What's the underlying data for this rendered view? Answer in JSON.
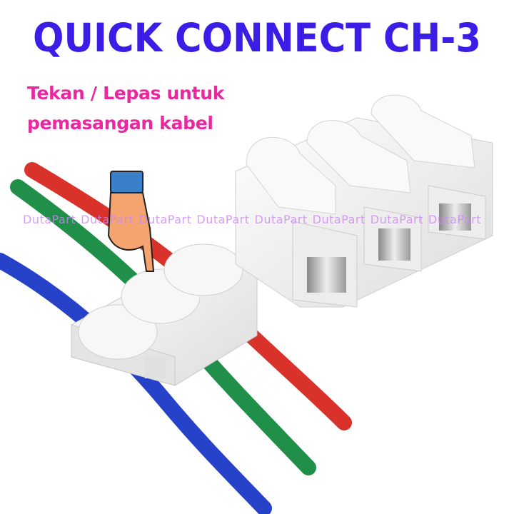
{
  "title": "QUICK CONNECT CH-3",
  "subtitle_line1": "Tekan / Lepas untuk",
  "subtitle_line2": "pemasangan kabel",
  "watermark": "DutaPart",
  "colors": {
    "title": "#3a1de6",
    "subtitle": "#e8289f",
    "watermark": "#cc88ee",
    "wire_red": "#d8322a",
    "wire_green": "#1f8f4a",
    "wire_blue": "#2642c8",
    "connector": "#f2f2f2"
  },
  "icons": [
    "pointing-hand-icon"
  ]
}
